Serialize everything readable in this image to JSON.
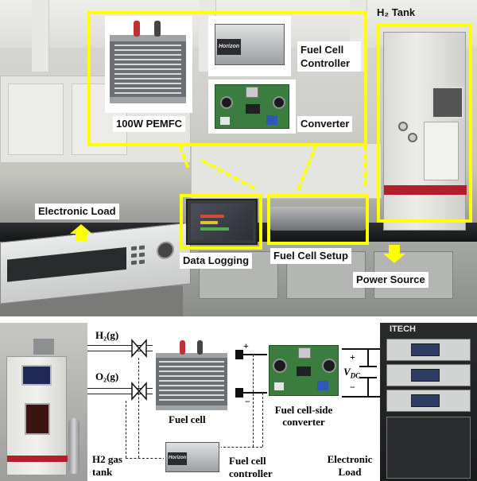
{
  "top_photo": {
    "labels": {
      "pemfc": "100W PEMFC",
      "fuel_cell_controller": "Fuel Cell Controller",
      "converter": "Converter",
      "h2_tank": "H₂ Tank",
      "electronic_load": "Electronic Load",
      "data_logging": "Data Logging",
      "fuel_cell_setup": "Fuel Cell Setup",
      "power_source": "Power Source"
    },
    "controller_logo": "Horizon",
    "colors": {
      "annotation": "#ffff00",
      "label_bg": "#ffffff",
      "h2_band": "#b21f2a"
    }
  },
  "diagram": {
    "labels": {
      "h2_gas": "H₂(g)",
      "o2_gas": "O₂(g)",
      "fuel_cell": "Fuel cell",
      "converter": "Fuel cell-side converter",
      "vdc": "V",
      "vdc_sub": "DC",
      "plus": "+",
      "minus": "−",
      "controller": "Fuel cell controller",
      "h2_tank": "H2 gas tank",
      "electronic_load": "Electronic Load",
      "itech": "ITECH"
    }
  }
}
